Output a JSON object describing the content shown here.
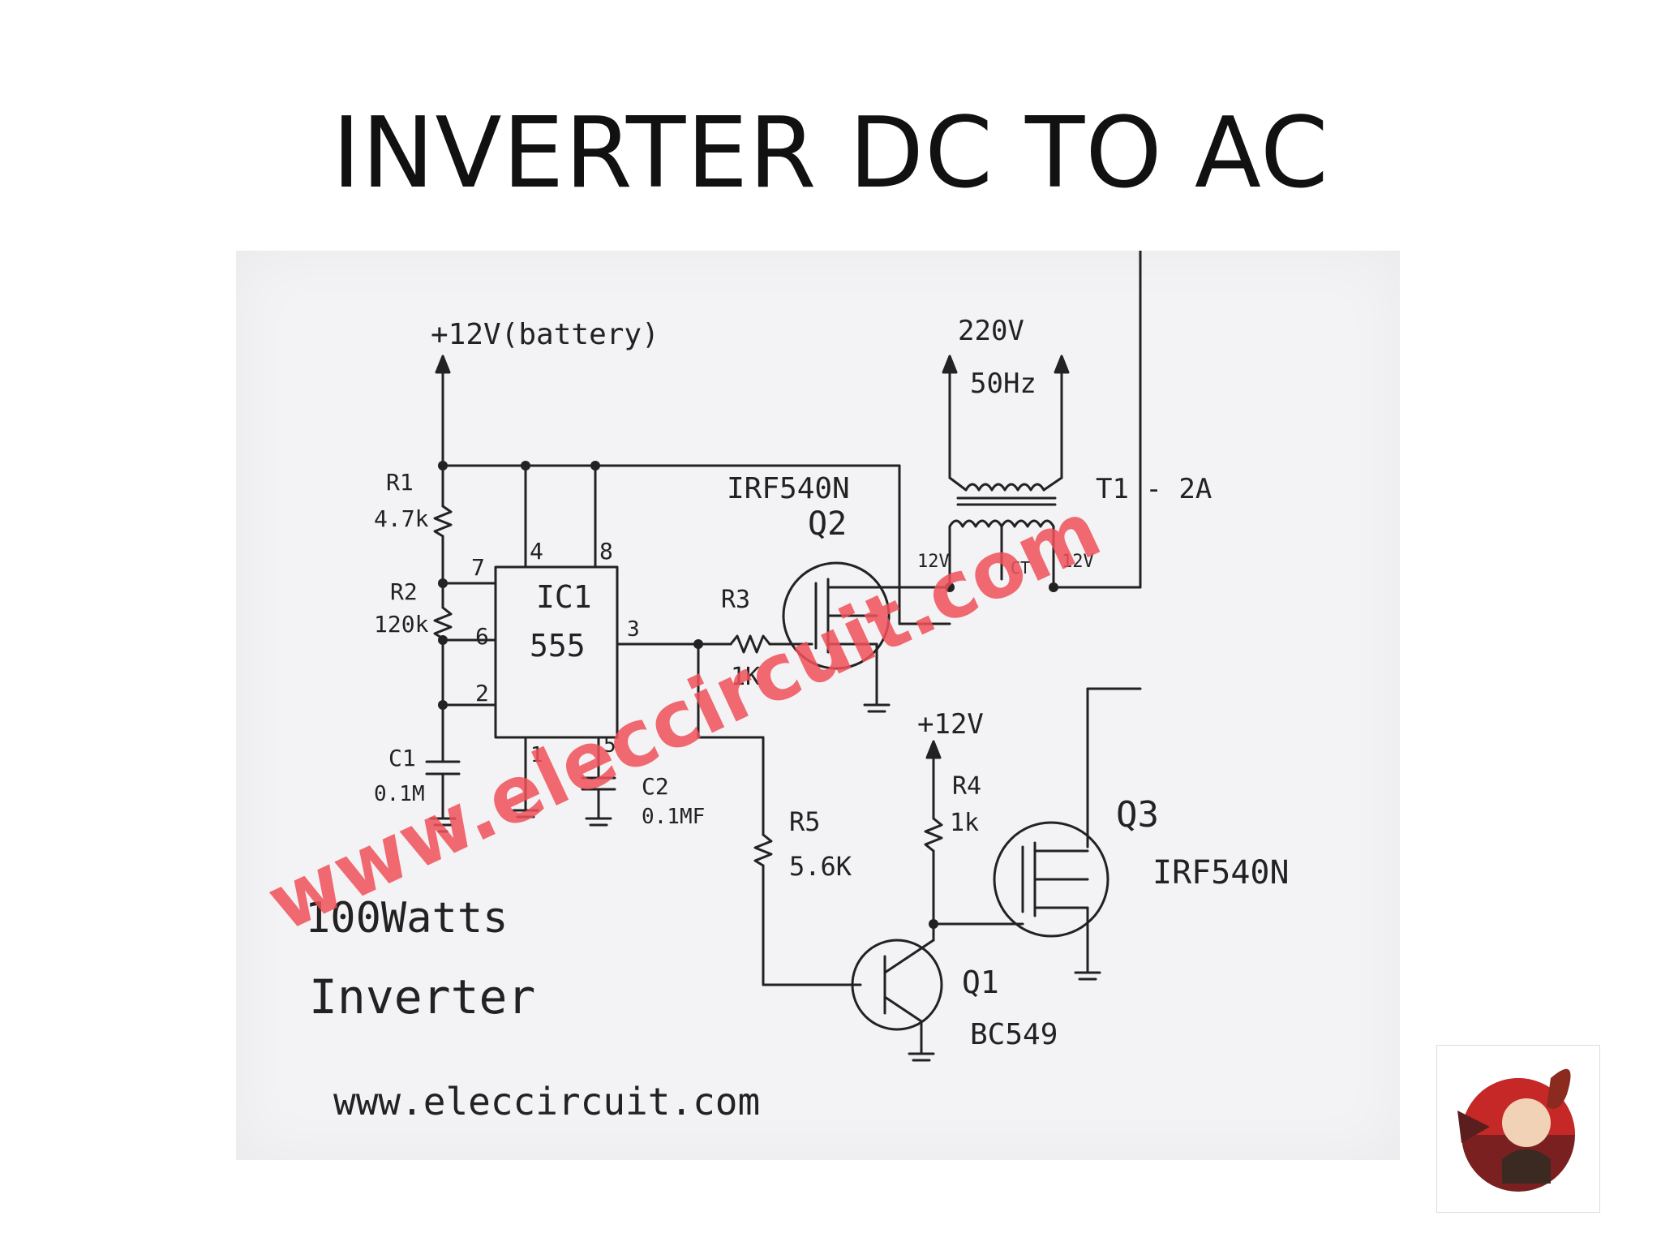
{
  "slide": {
    "title": "INVERTER DC TO AC"
  },
  "diagram": {
    "supply_label": "+12V(battery)",
    "output_voltage": "220V",
    "output_freq": "50Hz",
    "transformer": "T1 - 2A",
    "tap_left": "12V",
    "tap_center": "CT",
    "tap_right": "12V",
    "r1": {
      "name": "R1",
      "value": "4.7k"
    },
    "r2": {
      "name": "R2",
      "value": "120k"
    },
    "r3": {
      "name": "R3",
      "value": "1K"
    },
    "r4": {
      "name": "R4",
      "value": "1k"
    },
    "r5": {
      "name": "R5",
      "value": "5.6K"
    },
    "c1": {
      "name": "C1",
      "value": "0.1M"
    },
    "c2": {
      "name": "C2",
      "value": "0.1MF"
    },
    "ic": {
      "name": "IC1",
      "part": "555"
    },
    "pins": {
      "p7": "7",
      "p4": "4",
      "p8": "8",
      "p6": "6",
      "p2": "2",
      "p3": "3",
      "p1": "1",
      "p5": "5"
    },
    "q1": {
      "name": "Q1",
      "part": "BC549"
    },
    "q2": {
      "name": "Q2",
      "part": "IRF540N"
    },
    "q3": {
      "name": "Q3",
      "part": "IRF540N"
    },
    "vcc2": "+12V",
    "caption_line1": "100Watts",
    "caption_line2": "Inverter",
    "caption_url": "www.eleccircuit.com",
    "watermark": "www.eleccircuit.com"
  },
  "colors": {
    "watermark": "#f0505a",
    "ink": "#222222"
  }
}
